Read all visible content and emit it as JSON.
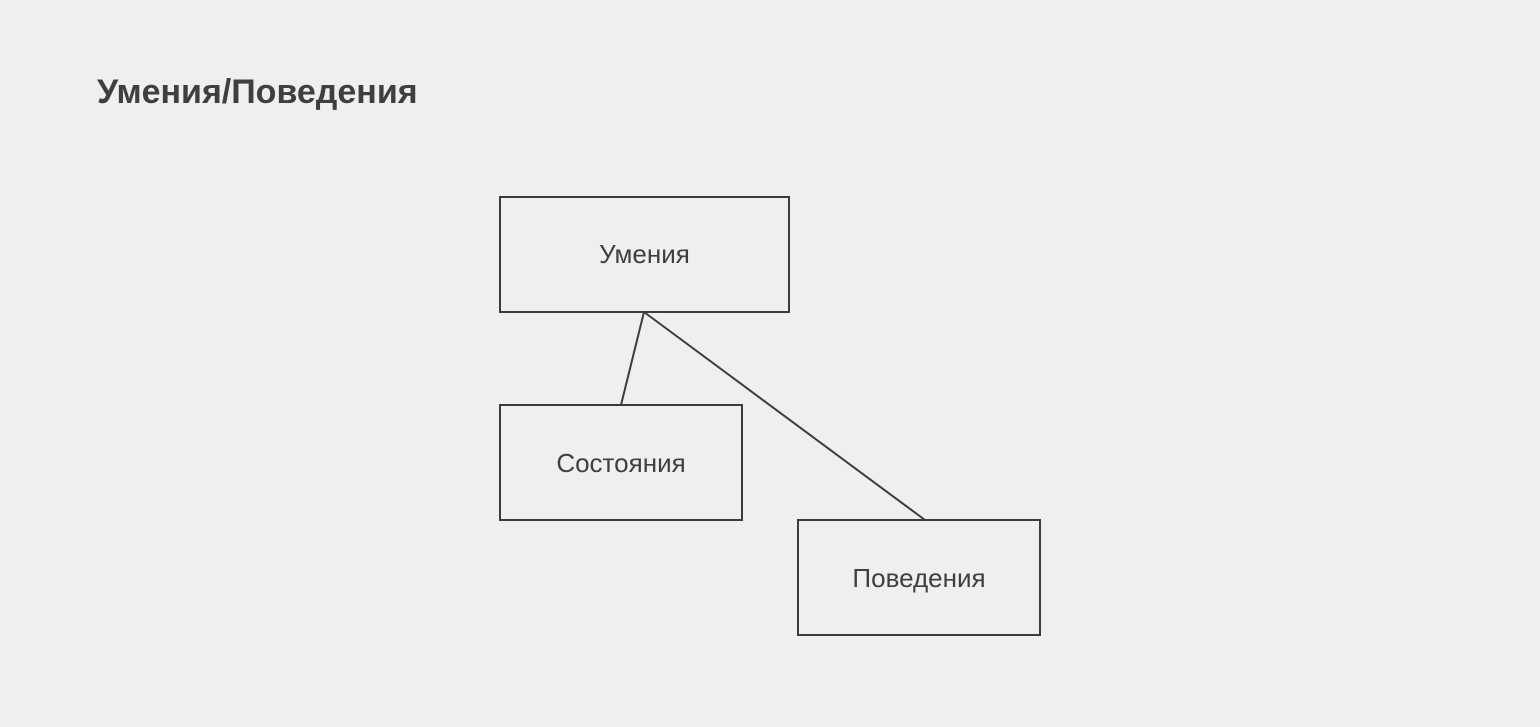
{
  "title": "Умения/Поведения",
  "diagram": {
    "nodes": [
      {
        "id": "skills",
        "label": "Умения"
      },
      {
        "id": "states",
        "label": "Состояния"
      },
      {
        "id": "behaviors",
        "label": "Поведения"
      }
    ],
    "edges": [
      {
        "from": "skills",
        "to": "states"
      },
      {
        "from": "skills",
        "to": "behaviors"
      }
    ],
    "line_color": "#3c3c3c",
    "background": "#efefef"
  }
}
